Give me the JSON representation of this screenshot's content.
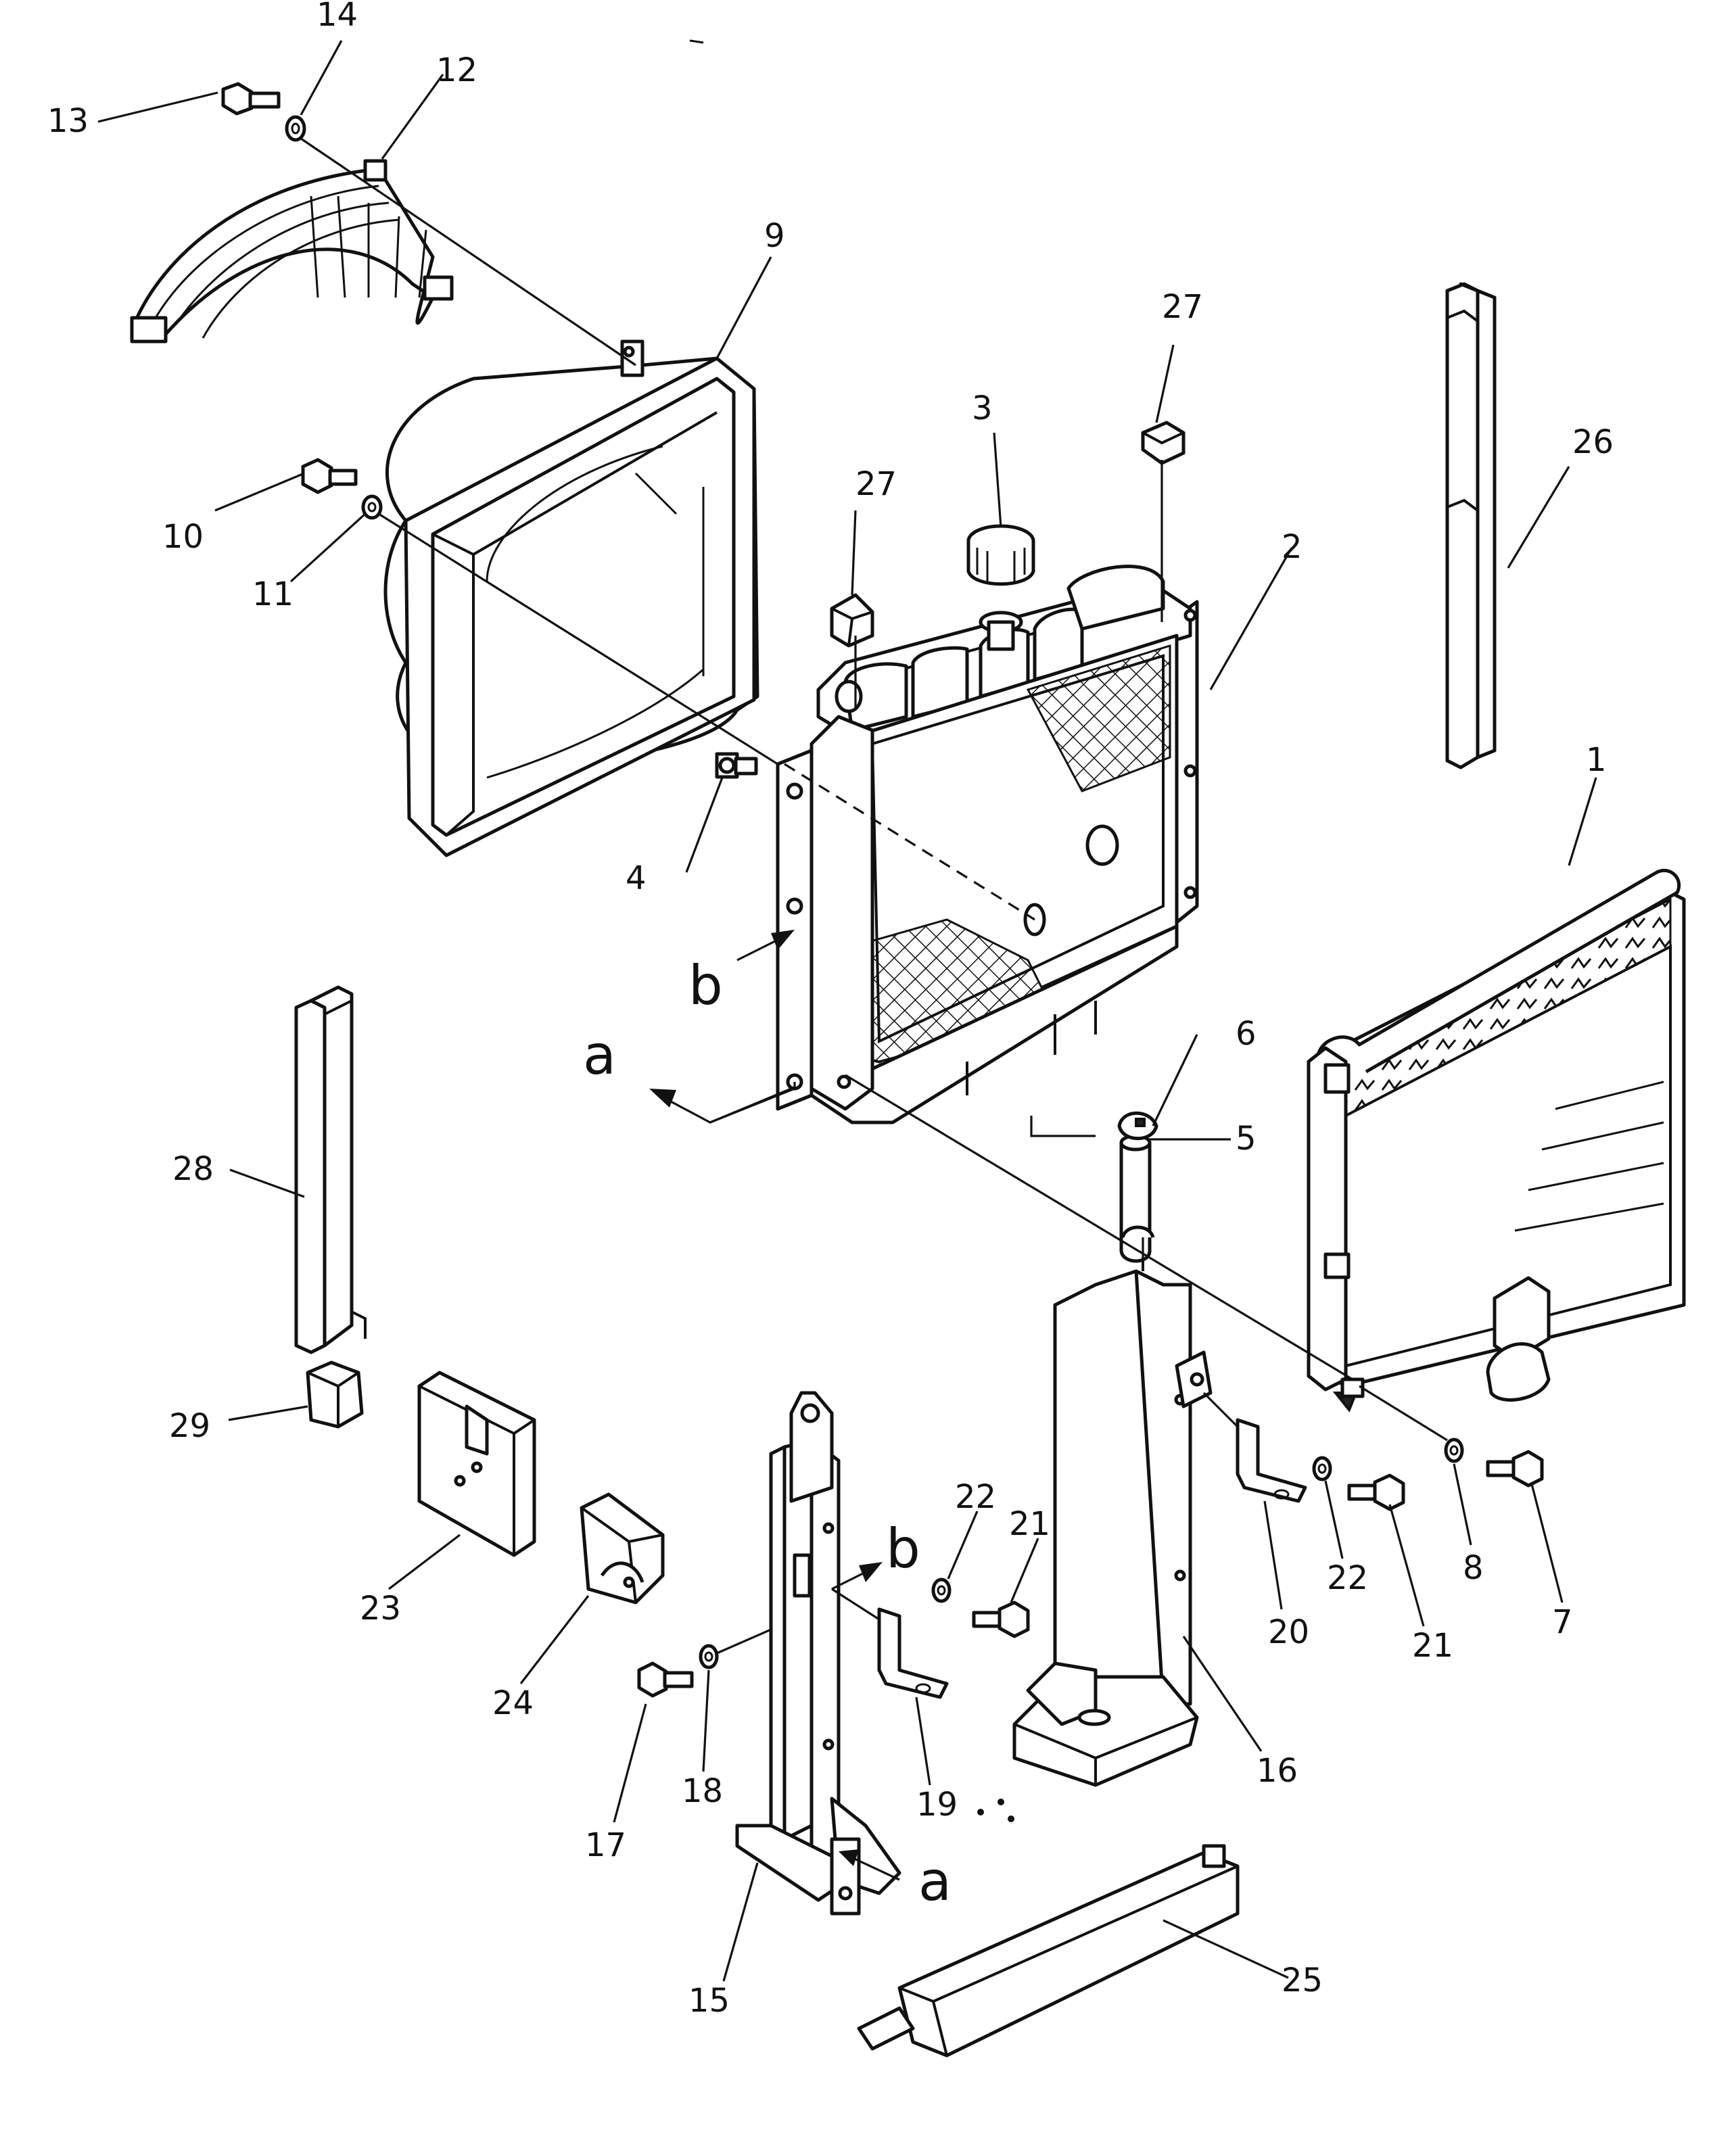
{
  "callouts": {
    "c1": "1",
    "c2": "2",
    "c3": "3",
    "c4": "4",
    "c5": "5",
    "c6": "6",
    "c7": "7",
    "c8": "8",
    "c9": "9",
    "c10": "10",
    "c11": "11",
    "c12": "12",
    "c13": "13",
    "c14": "14",
    "c15": "15",
    "c16": "16",
    "c17": "17",
    "c18": "18",
    "c19": "19",
    "c20": "20",
    "c21a": "21",
    "c21b": "21",
    "c22a": "22",
    "c22b": "22",
    "c23": "23",
    "c24": "24",
    "c25": "25",
    "c26": "26",
    "c27a": "27",
    "c27b": "27",
    "c28": "28",
    "c29": "29"
  },
  "view_markers": {
    "a_left": "a",
    "a_bottom": "a",
    "b_left": "b",
    "b_bottom": "b"
  }
}
